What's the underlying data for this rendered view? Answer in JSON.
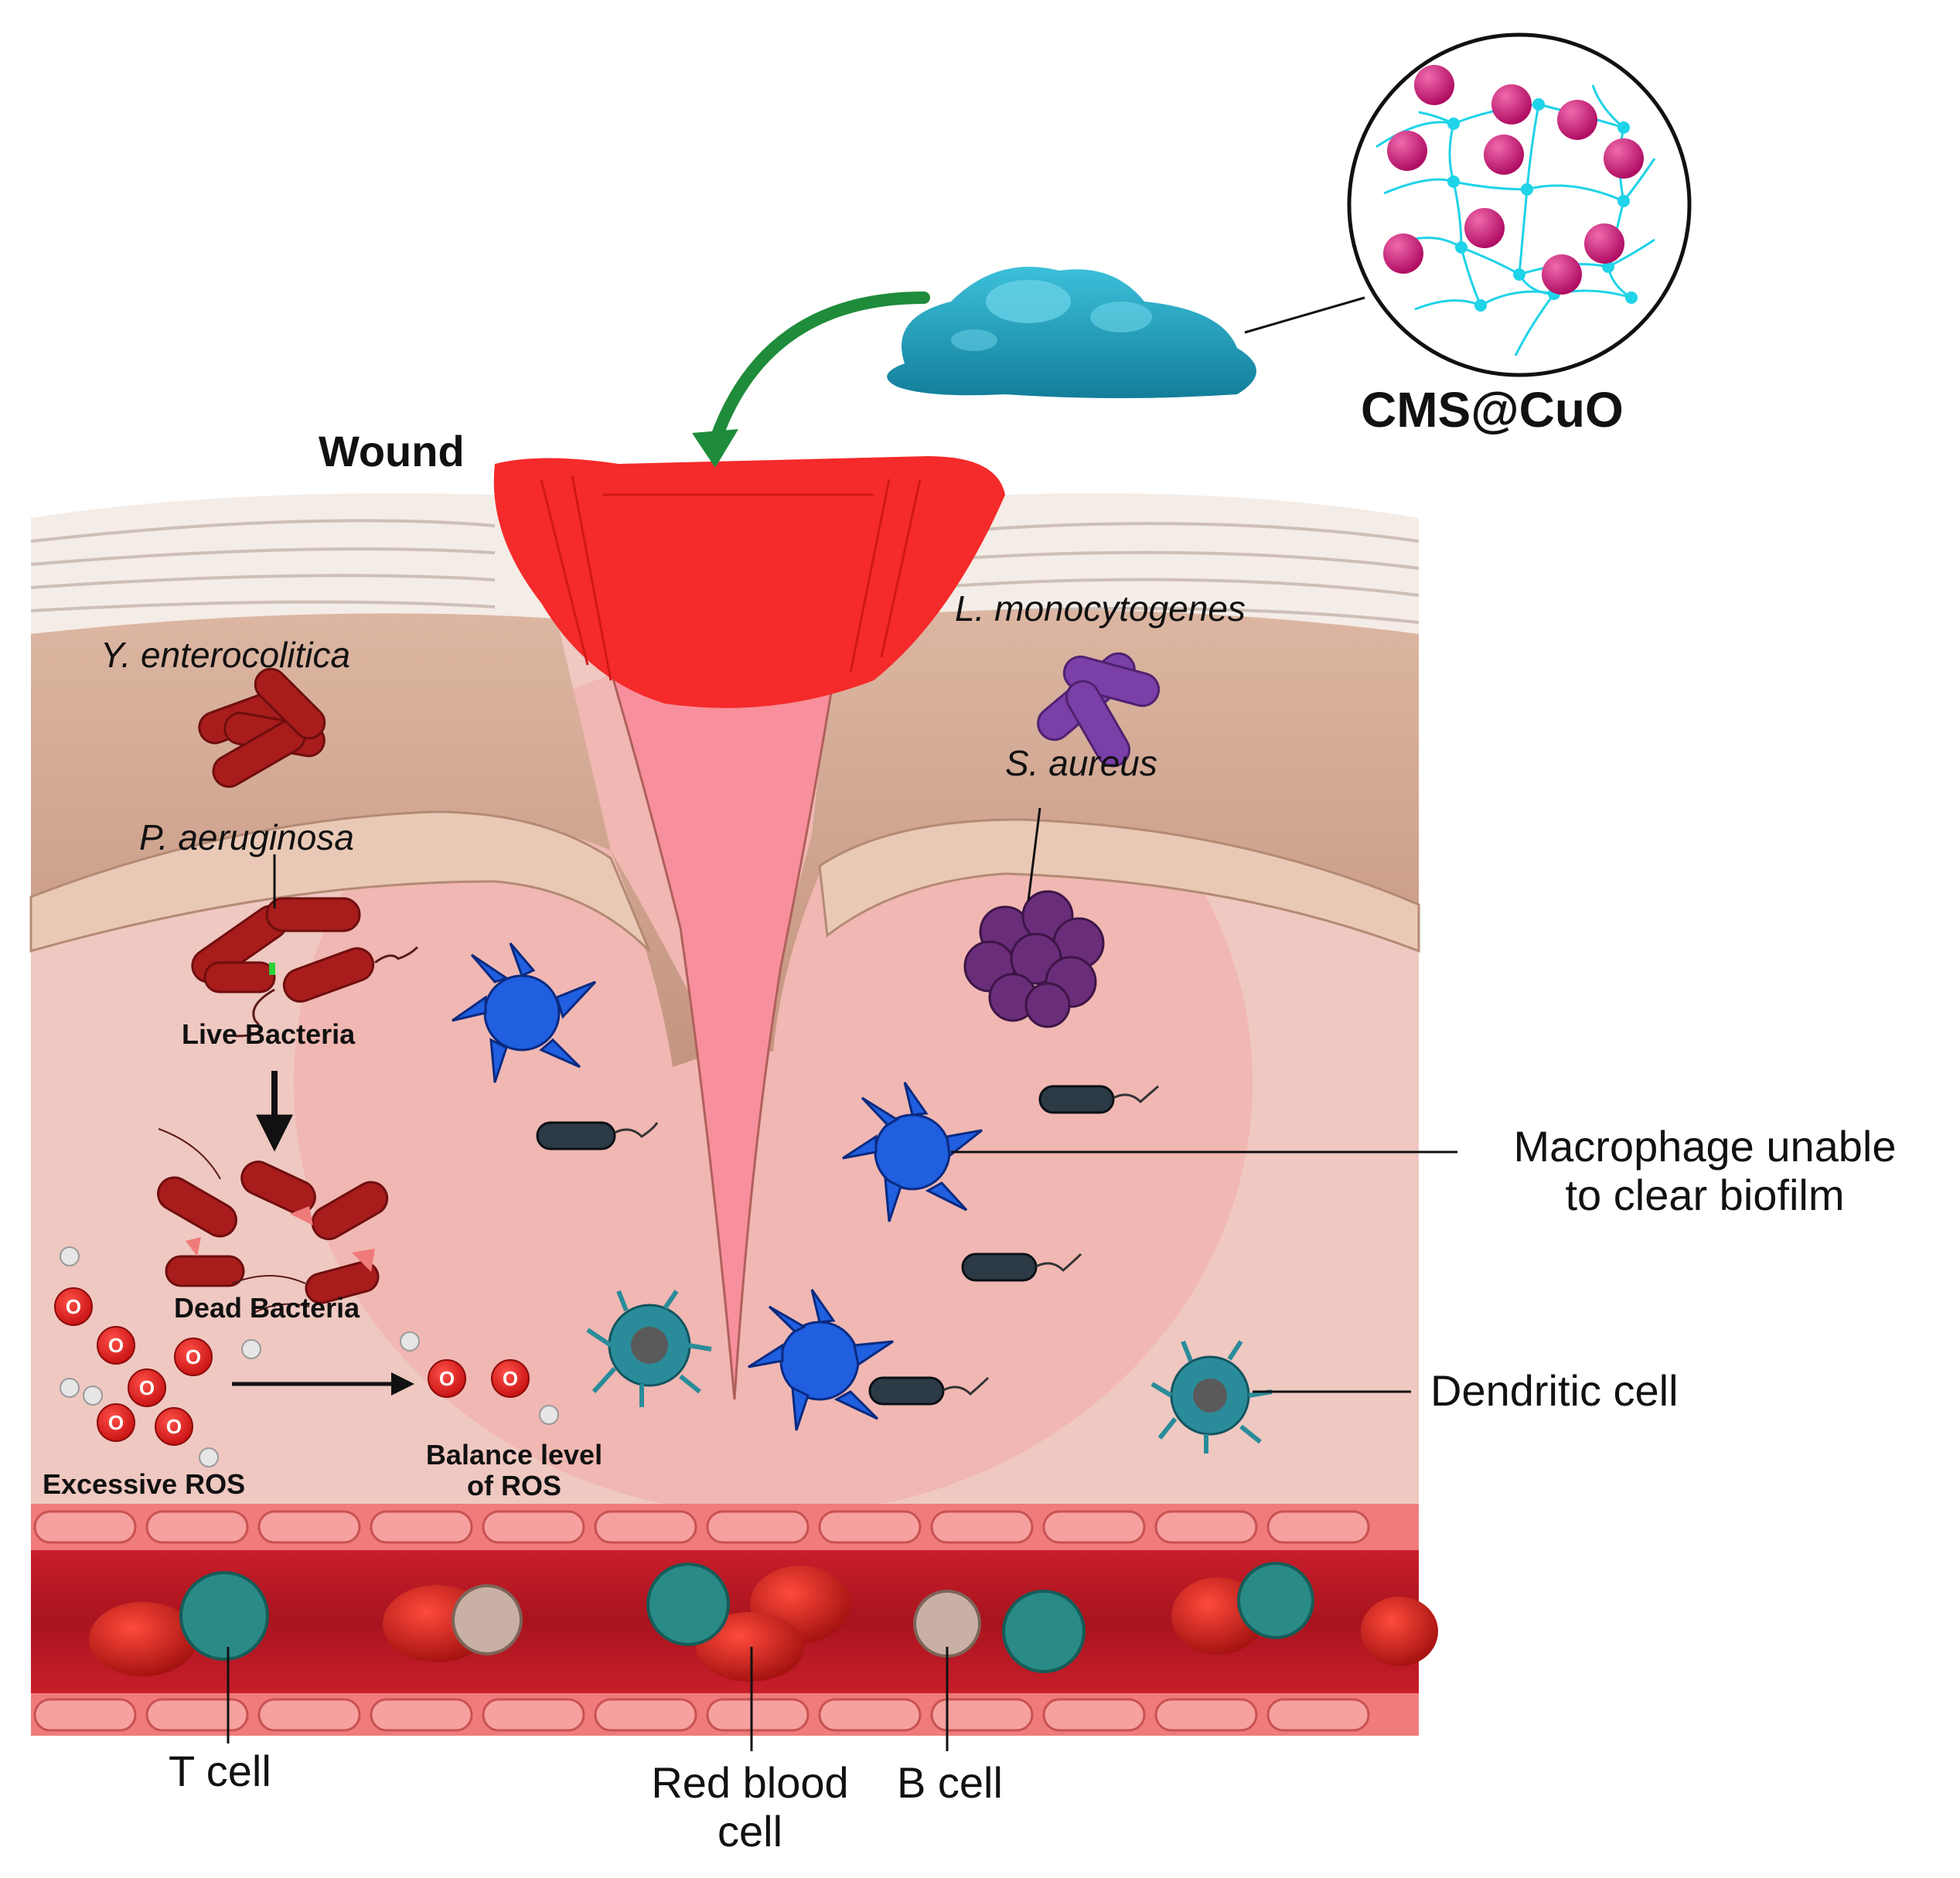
{
  "title": "CMS@CuO",
  "wound_label": "Wound",
  "bacteria": {
    "y_enterocolitica": "Y. enterocolitica",
    "p_aeruginosa": "P. aeruginosa",
    "l_monocytogenes": "L. monocytogenes",
    "s_aureus": "S. aureus"
  },
  "process": {
    "live": "Live Bacteria",
    "dead": "Dead Bacteria",
    "excessive_ros": "Excessive ROS",
    "balance_line1": "Balance level",
    "balance_line2": "of ROS"
  },
  "callouts": {
    "macrophage_line1": "Macrophage unable",
    "macrophage_line2": "to clear biofilm",
    "dendritic": "Dendritic cell",
    "t_cell": "T cell",
    "rbc_line1": "Red blood",
    "rbc_line2": "cell",
    "b_cell": "B cell"
  },
  "colors": {
    "wound_red": "#f52a2a",
    "wound_channel": "#f7909c",
    "hydrogel": "#1f9dba",
    "nanoparticle": "#d6127a",
    "network": "#1fd3e8",
    "arrow_green": "#1e8c3a",
    "bacteria_dark_red": "#a81c1c",
    "l_mono_purple": "#7b3fa8",
    "s_aureus_purple": "#6a2d7a",
    "macrophage_blue": "#1f5fe0",
    "ros_red": "#e0201e"
  }
}
